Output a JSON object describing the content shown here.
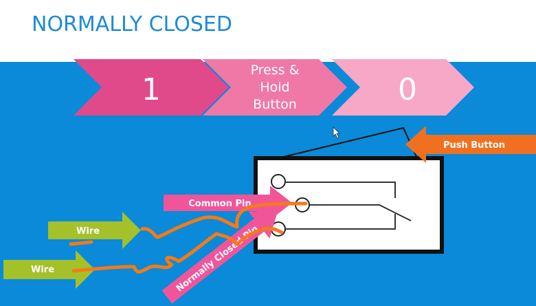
{
  "title": "NORMALLY CLOSED",
  "steps": [
    {
      "label": "1",
      "color": "#e04a8a"
    },
    {
      "label_lines": [
        "Press &",
        "Hold",
        "Button"
      ],
      "color": "#ef78a7"
    },
    {
      "label": "0",
      "color": "#f7a8c7"
    }
  ],
  "labels": {
    "push_button": "Push Button",
    "common_pin": "Common Pin",
    "normally_closed_pin": "Normally Closed Pin",
    "wire_1": "Wire",
    "wire_2": "Wire"
  },
  "colors": {
    "background": "#0a8ad8",
    "title": "#1f8ad6",
    "push_button_arrow": "#f07020",
    "pin_arrow": "#f0559a",
    "wire_arrow": "#a4c12a",
    "annotation_stroke": "#f47a1a"
  }
}
